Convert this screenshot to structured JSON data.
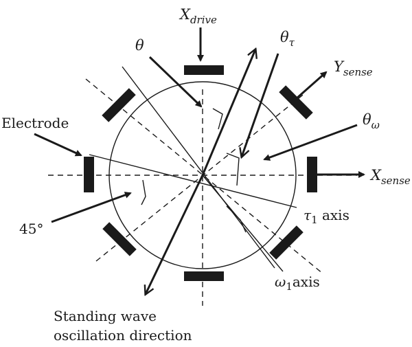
{
  "labels": {
    "x_drive": {
      "main": "X",
      "sub": "drive"
    },
    "y_sense": {
      "main": "Y",
      "sub": "sense"
    },
    "x_sense": {
      "main": "X",
      "sub": "sense"
    },
    "theta": "θ",
    "theta_tau": {
      "main": "θ",
      "sub": "τ"
    },
    "theta_omega": {
      "main": "θ",
      "sub": "ω"
    },
    "electrode": "Electrode",
    "angle_45": "45°",
    "tau_axis": {
      "main": "τ",
      "sub": "1",
      "suffix": " axis"
    },
    "omega_axis": {
      "main": "ω",
      "sub": "1",
      "suffix": "axis"
    },
    "standing_wave": [
      "Standing wave",
      "oscillation direction"
    ]
  },
  "colors": {
    "ink": "#1a1a1a",
    "background": "#ffffff"
  }
}
